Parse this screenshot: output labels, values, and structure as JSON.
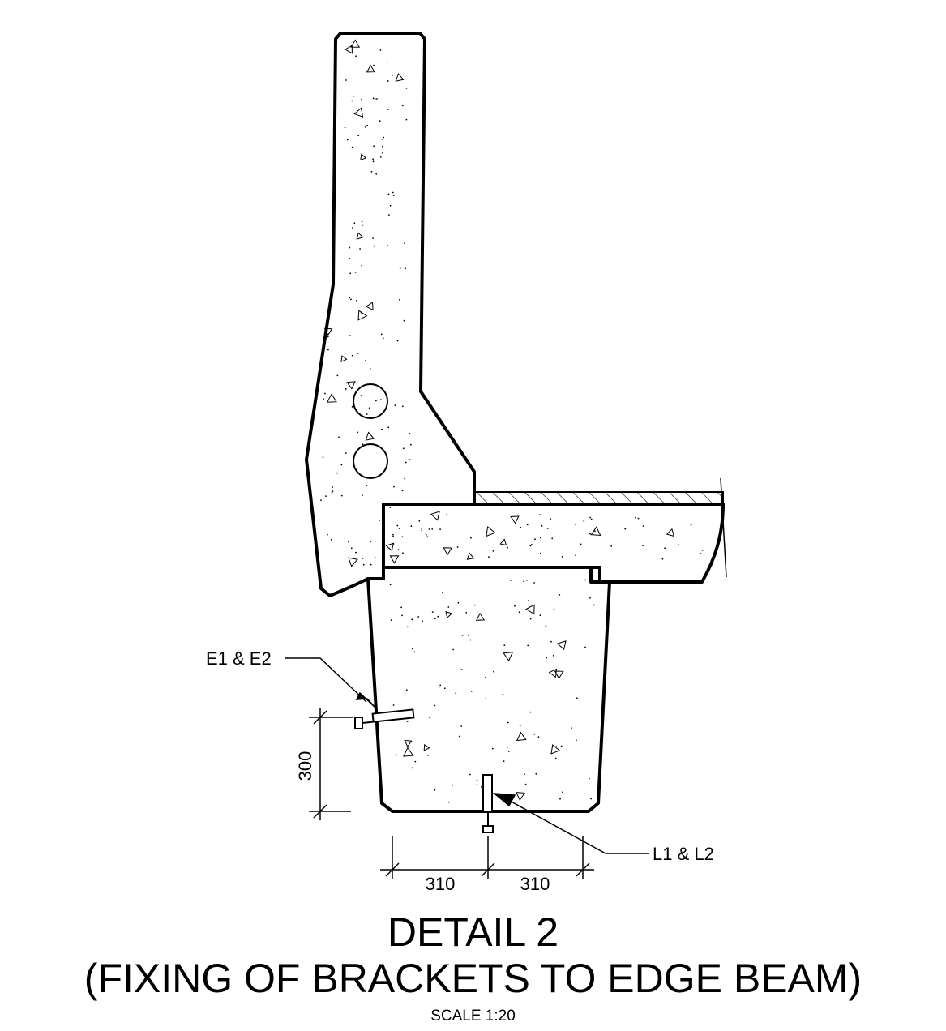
{
  "title": {
    "line1": "DETAIL 2",
    "line2": "(FIXING OF BRACKETS TO EDGE BEAM)",
    "scale": "SCALE 1:20"
  },
  "labels": {
    "e_bracket": "E1 & E2",
    "l_bracket": "L1 & L2"
  },
  "dimensions": {
    "vertical": "300",
    "horizontal_left": "310",
    "horizontal_right": "310"
  },
  "colors": {
    "line": "#000000",
    "background": "#ffffff"
  }
}
